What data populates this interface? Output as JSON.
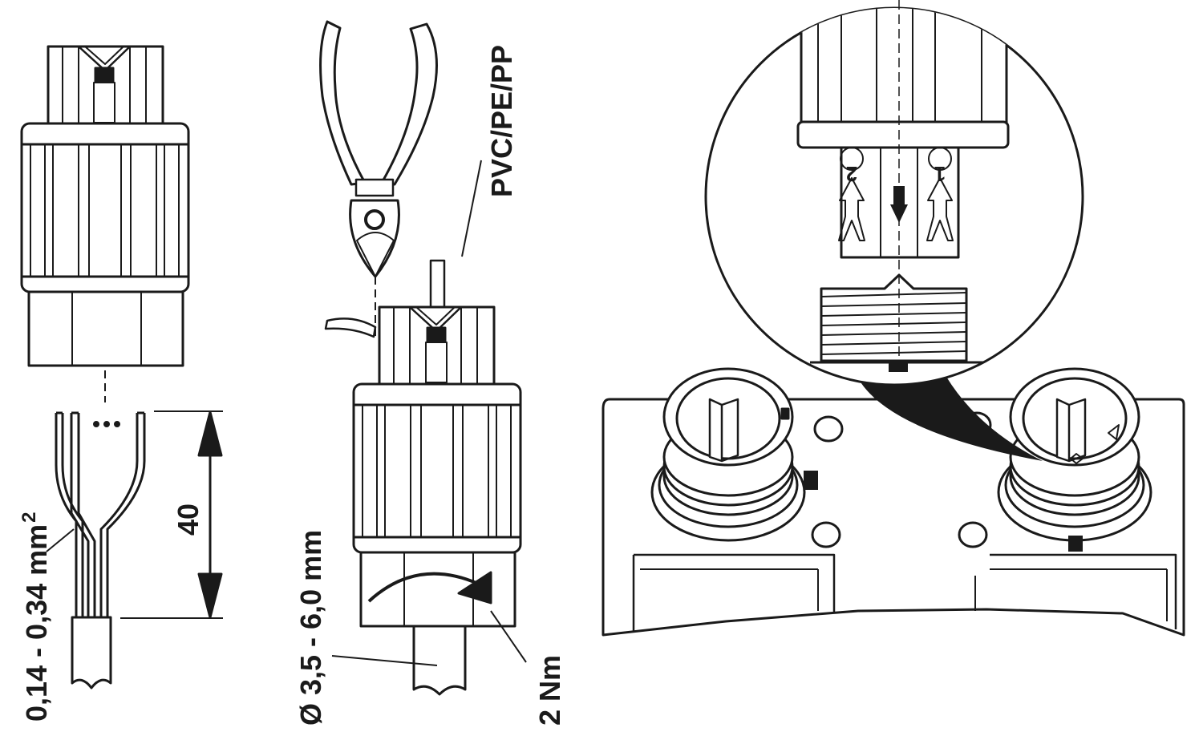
{
  "labels": {
    "wire_cross_section": "0,14 - 0,34 mm",
    "wire_cross_section_sup": "2",
    "strip_length": "40",
    "cable_diameter": "Ø  3,5 - 6,0 mm",
    "torque": "2 Nm",
    "insulation_material": "PVC/PE/PP"
  },
  "pin_markers": [
    "1",
    "2"
  ],
  "colors": {
    "stroke": "#1a1a1a",
    "background": "#ffffff"
  }
}
